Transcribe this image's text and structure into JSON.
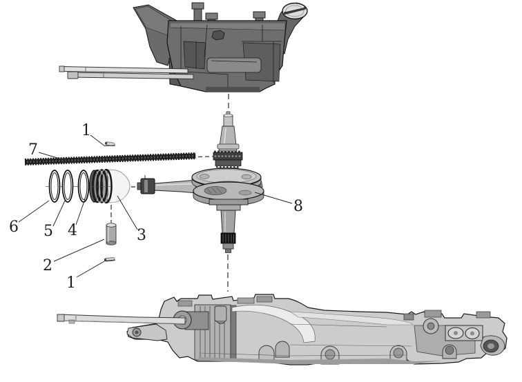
{
  "diagram": {
    "kind": "exploded-parts-diagram",
    "subject": "engine-crankcase-crankshaft-piston-exploded-view",
    "background_color": "#ffffff",
    "line_color": "#1a1a1a",
    "callouts": [
      {
        "label": "1",
        "part": "dowel-pin-upper"
      },
      {
        "label": "7",
        "part": "timing-chain"
      },
      {
        "label": "6",
        "part": "piston-ring-outer"
      },
      {
        "label": "5",
        "part": "piston-ring-middle"
      },
      {
        "label": "4",
        "part": "piston-ring-inner"
      },
      {
        "label": "3",
        "part": "piston"
      },
      {
        "label": "2",
        "part": "piston-pin"
      },
      {
        "label": "1",
        "part": "dowel-pin-lower"
      },
      {
        "label": "8",
        "part": "crankshaft-assembly"
      }
    ]
  }
}
